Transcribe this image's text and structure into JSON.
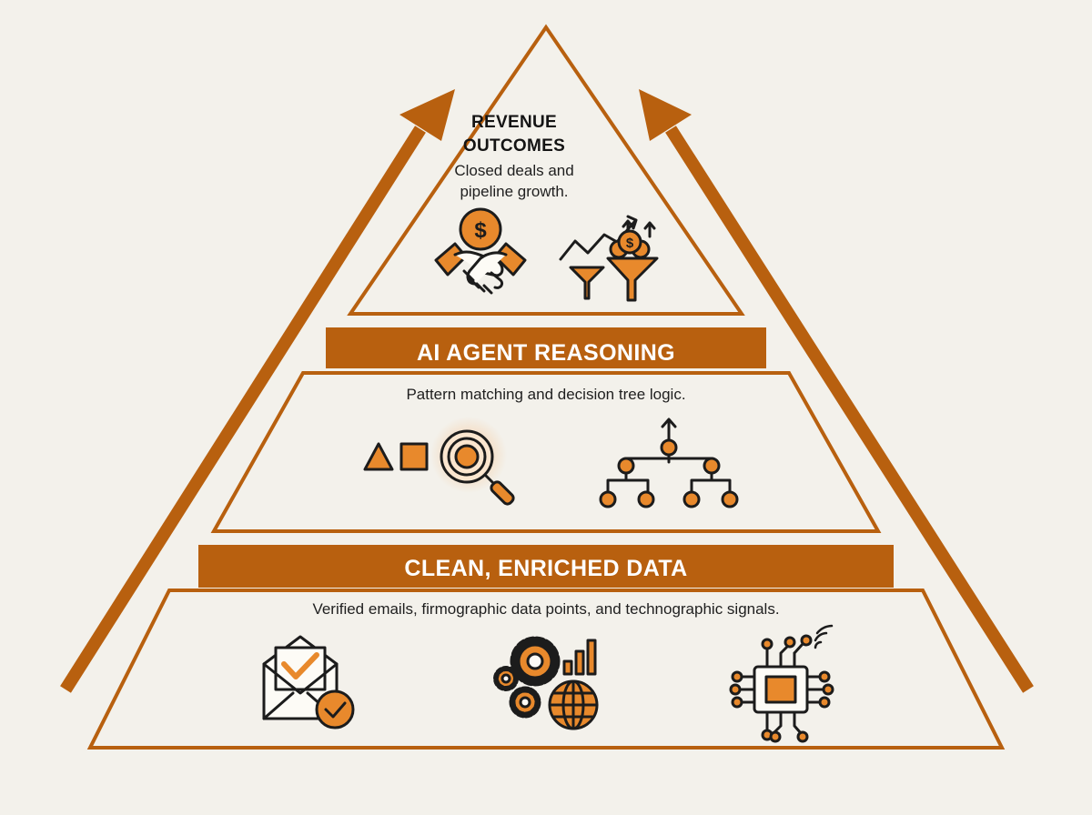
{
  "colors": {
    "accent": "#b8600f",
    "icon_fill": "#e8892c",
    "stroke": "#1c1c1c",
    "background": "#f3f1eb"
  },
  "top_tier": {
    "title_line1": "REVENUE",
    "title_line2": "OUTCOMES",
    "desc_line1": "Closed deals and",
    "desc_line2": "pipeline growth.",
    "icons": [
      "handshake-dollar-icon",
      "funnel-growth-icon"
    ]
  },
  "middle_tier": {
    "title": "AI AGENT REASONING",
    "desc": "Pattern matching and decision tree logic.",
    "icons": [
      "shapes-magnifier-icon",
      "decision-tree-icon"
    ]
  },
  "bottom_tier": {
    "title": "CLEAN, ENRICHED DATA",
    "desc": "Verified emails, firmographic data points, and technographic signals.",
    "icons": [
      "verified-email-icon",
      "gears-globe-chart-icon",
      "chip-signals-icon"
    ]
  },
  "arrows": [
    "left-up-arrow",
    "right-up-arrow"
  ]
}
